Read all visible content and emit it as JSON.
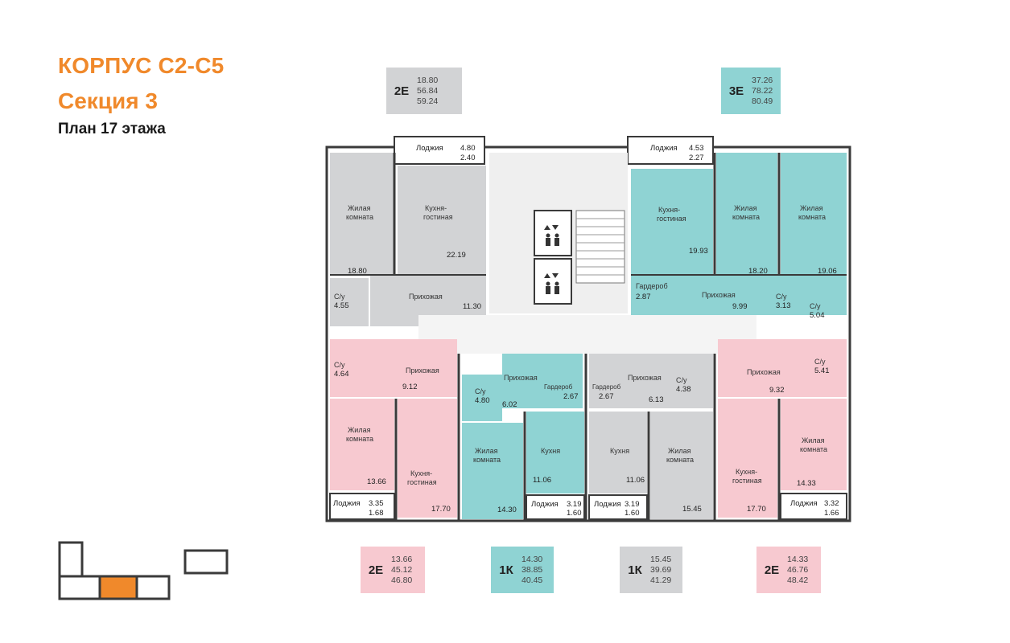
{
  "header": {
    "building": "КОРПУС С2-С5",
    "section": "Секция 3",
    "floor_plan": "План 17 этажа"
  },
  "colors": {
    "accent": "#f0892b",
    "gray_unit": "#d2d3d5",
    "teal_unit": "#8fd3d3",
    "pink_unit": "#f7c9d0",
    "wall": "#3a3a3a"
  },
  "icons": [
    "elevator-icon",
    "elevator-icon",
    "arrows-up-down-icon"
  ],
  "apartments": [
    {
      "id": "top-left",
      "code": "2Е",
      "areas": [
        "18.80",
        "56.84",
        "59.24"
      ]
    },
    {
      "id": "top-right",
      "code": "3Е",
      "areas": [
        "37.26",
        "78.22",
        "80.49"
      ]
    },
    {
      "id": "bottom-1",
      "code": "2Е",
      "areas": [
        "13.66",
        "45.12",
        "46.80"
      ]
    },
    {
      "id": "bottom-2",
      "code": "1К",
      "areas": [
        "14.30",
        "38.85",
        "40.45"
      ]
    },
    {
      "id": "bottom-3",
      "code": "1К",
      "areas": [
        "15.45",
        "39.69",
        "41.29"
      ]
    },
    {
      "id": "bottom-4",
      "code": "2Е",
      "areas": [
        "14.33",
        "46.76",
        "48.42"
      ]
    }
  ],
  "rooms": {
    "tl_loggia": {
      "name": "Лоджия",
      "a1": "4.80",
      "a2": "2.40"
    },
    "tr_loggia": {
      "name": "Лоджия",
      "a1": "4.53",
      "a2": "2.27"
    },
    "tl_living": {
      "l1": "Жилая",
      "l2": "комната",
      "area": "18.80"
    },
    "tl_kitchen": {
      "l1": "Кухня-",
      "l2": "гостиная",
      "area": "22.19"
    },
    "tl_hall": {
      "name": "Прихожая",
      "area": "11.30"
    },
    "tl_wc": {
      "name": "С/у",
      "area": "4.55"
    },
    "tr_kitchen": {
      "l1": "Кухня-",
      "l2": "гостиная",
      "area": "19.93"
    },
    "tr_living1": {
      "l1": "Жилая",
      "l2": "комната",
      "area": "18.20"
    },
    "tr_living2": {
      "l1": "Жилая",
      "l2": "комната",
      "area": "19.06"
    },
    "tr_wardrobe": {
      "name": "Гардероб",
      "area": "2.87"
    },
    "tr_hall": {
      "name": "Прихожая",
      "area": "9.99"
    },
    "tr_wc1": {
      "name": "С/у",
      "area": "3.13"
    },
    "tr_wc2": {
      "name": "С/у",
      "area": "5.04"
    },
    "b1_wc": {
      "name": "С/у",
      "area": "4.64"
    },
    "b1_hall": {
      "name": "Прихожая",
      "area": "9.12"
    },
    "b1_living": {
      "l1": "Жилая",
      "l2": "комната",
      "area": "13.66"
    },
    "b1_kitchen": {
      "l1": "Кухня-",
      "l2": "гостиная",
      "area": "17.70"
    },
    "b1_loggia": {
      "name": "Лоджия",
      "a1": "3.35",
      "a2": "1.68"
    },
    "b2_wc": {
      "name": "С/у",
      "area": "4.80"
    },
    "b2_hall": {
      "name": "Прихожая",
      "area": "6.02"
    },
    "b2_wardrobe": {
      "name": "Гардероб",
      "area": "2.67"
    },
    "b2_living": {
      "l1": "Жилая",
      "l2": "комната",
      "area": "14.30"
    },
    "b2_kitchen": {
      "name": "Кухня",
      "area": "11.06"
    },
    "b2_loggia": {
      "name": "Лоджия",
      "a1": "3.19",
      "a2": "1.60"
    },
    "b3_wardrobe": {
      "name": "Гардероб",
      "area": "2.67"
    },
    "b3_hall": {
      "name": "Прихожая",
      "area": "6.13"
    },
    "b3_wc": {
      "name": "С/у",
      "area": "4.38"
    },
    "b3_kitchen": {
      "name": "Кухня",
      "area": "11.06"
    },
    "b3_living": {
      "l1": "Жилая",
      "l2": "комната",
      "area": "15.45"
    },
    "b3_loggia": {
      "name": "Лоджия",
      "a1": "3.19",
      "a2": "1.60"
    },
    "b4_hall": {
      "name": "Прихожая",
      "area": "9.32"
    },
    "b4_wc": {
      "name": "С/у",
      "area": "5.41"
    },
    "b4_kitchen": {
      "l1": "Кухня-",
      "l2": "гостиная",
      "area": "17.70"
    },
    "b4_living": {
      "l1": "Жилая",
      "l2": "комната",
      "area": "14.33"
    },
    "b4_loggia": {
      "name": "Лоджия",
      "a1": "3.32",
      "a2": "1.66"
    }
  }
}
